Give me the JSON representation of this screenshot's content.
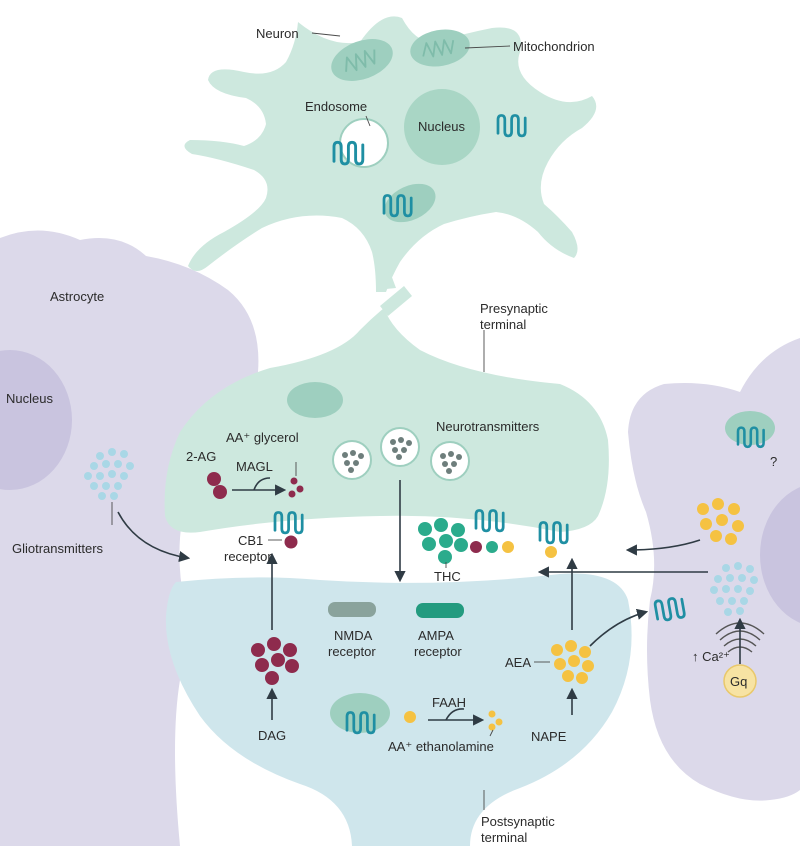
{
  "colors": {
    "neuron": "#cde8de",
    "postsynaptic": "#cfe6ec",
    "astrocyte": "#dcd9ea",
    "astrocyte_nucleus": "#c9c4df",
    "organelle": "#9ecfbf",
    "cb1_receptor": "#1f8fa3",
    "two_ag": "#8e2b4d",
    "aea": "#f5c242",
    "thc": "#2bab8c",
    "gliotransmitter": "#a9d7e6",
    "neurotransmitter": "#6e7e7c",
    "nmda": "#8aa39c",
    "ampa": "#239b7f"
  },
  "labels": {
    "neuron": "Neuron",
    "mitochondrion": "Mitochondrion",
    "endosome": "Endosome",
    "neuron_nucleus": "Nucleus",
    "astrocyte": "Astrocyte",
    "astrocyte_nucleus": "Nucleus",
    "presynaptic_1": "Presynaptic",
    "presynaptic_2": "terminal",
    "aa_glycerol": "AA⁺ glycerol",
    "two_ag": "2-AG",
    "magl": "MAGL",
    "neurotransmitters": "Neurotransmitters",
    "gliotransmitters": "Gliotransmitters",
    "cb1_1": "CB1",
    "cb1_2": "receptor",
    "thc": "THC",
    "nmda_1": "NMDA",
    "nmda_2": "receptor",
    "ampa_1": "AMPA",
    "ampa_2": "receptor",
    "aea": "AEA",
    "calcium": "↑ Ca²⁺",
    "gq": "Gq",
    "question": "?",
    "dag": "DAG",
    "faah": "FAAH",
    "aa_ethanolamine": "AA⁺ ethanolamine",
    "nape": "NAPE",
    "postsynaptic_1": "Postsynaptic",
    "postsynaptic_2": "terminal"
  }
}
